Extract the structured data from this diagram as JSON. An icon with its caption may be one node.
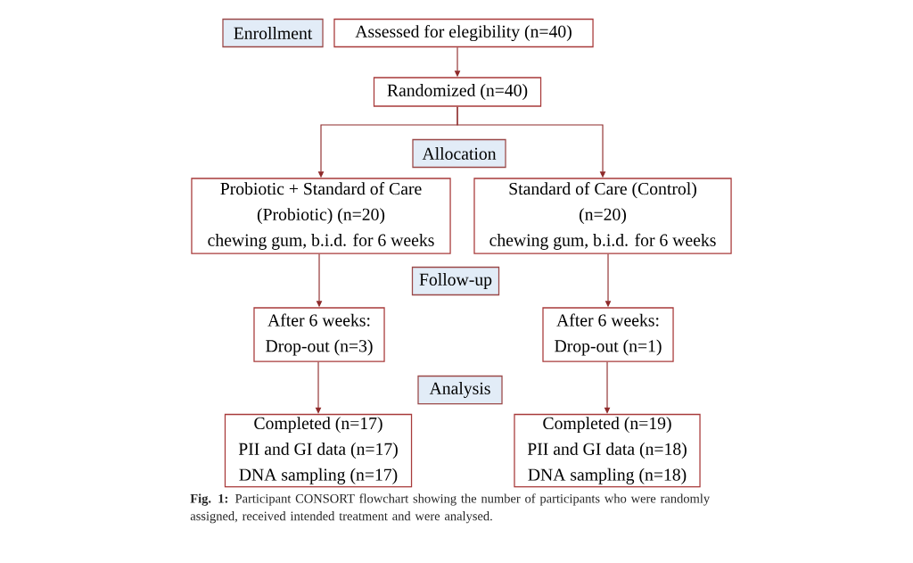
{
  "diagram": {
    "caption": "**Fig. 1:** Participant CONSORT flowchart showing the number of participants who were randomly assigned, received intended treatment and were analysed.",
    "nodes": [
      {
        "text": [
          "Enrollment"
        ]
      },
      {
        "text": [
          "Assessed for elegibility (n=40)"
        ]
      },
      {
        "text": [
          "Randomized (n=40)"
        ]
      },
      {
        "text": [
          "Allocation"
        ]
      },
      {
        "text": [
          "Probiotic + Standard of Care",
          "(Probiotic) (n=20)",
          "chewing gum, b.i.d. for 6 weeks"
        ]
      },
      {
        "text": [
          "Standard of Care (Control)",
          "(n=20)",
          "chewing gum, b.i.d. for 6 weeks"
        ]
      },
      {
        "text": [
          "Follow-up"
        ]
      },
      {
        "text": [
          "After 6 weeks:",
          "Drop-out (n=3)"
        ]
      },
      {
        "text": [
          "After 6 weeks:",
          "Drop-out (n=1)"
        ]
      },
      {
        "text": [
          "Analysis"
        ]
      },
      {
        "text": [
          "Completed (n=17)",
          "PII and GI data (n=17)",
          "DNA sampling (n=17)"
        ]
      },
      {
        "text": [
          "Completed (n=19)",
          "PII and GI data (n=18)",
          "DNA sampling (n=18)"
        ]
      }
    ],
    "edges": [
      {
        "from": 1,
        "to": 2,
        "arrow": "to"
      },
      {
        "from": 2,
        "to": 4,
        "arrow": "to"
      },
      {
        "from": 2,
        "to": 5,
        "arrow": "to"
      },
      {
        "from": 4,
        "to": 7,
        "arrow": "to"
      },
      {
        "from": 5,
        "to": 8,
        "arrow": "to"
      },
      {
        "from": 7,
        "to": 10,
        "arrow": "to"
      },
      {
        "from": 8,
        "to": 11,
        "arrow": "to"
      }
    ]
  }
}
